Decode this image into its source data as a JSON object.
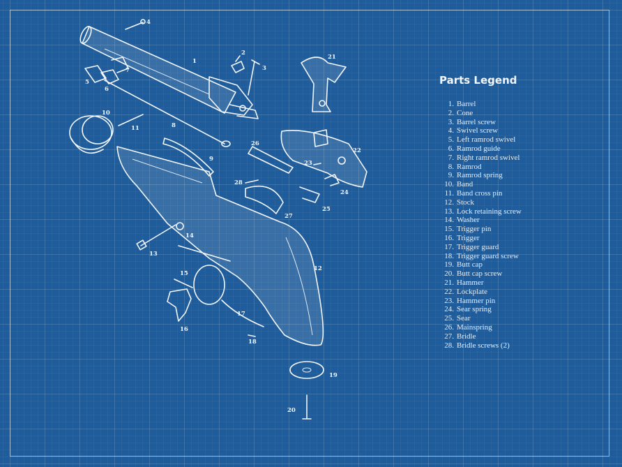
{
  "legend": {
    "title": "Parts Legend",
    "items": [
      {
        "num": "1.",
        "name": "Barrel"
      },
      {
        "num": "2.",
        "name": "Cone"
      },
      {
        "num": "3.",
        "name": "Barrel screw"
      },
      {
        "num": "4.",
        "name": "Swivel screw"
      },
      {
        "num": "5.",
        "name": "Left ramrod swivel"
      },
      {
        "num": "6.",
        "name": "Ramrod guide"
      },
      {
        "num": "7.",
        "name": "Right ramrod swivel"
      },
      {
        "num": "8.",
        "name": "Ramrod"
      },
      {
        "num": "9.",
        "name": "Ramrod spring"
      },
      {
        "num": "10.",
        "name": "Band"
      },
      {
        "num": "11.",
        "name": "Band cross pin"
      },
      {
        "num": "12.",
        "name": "Stock"
      },
      {
        "num": "13.",
        "name": "Lock retaining screw"
      },
      {
        "num": "14.",
        "name": "Washer"
      },
      {
        "num": "15.",
        "name": "Trigger pin"
      },
      {
        "num": "16.",
        "name": "Trigger"
      },
      {
        "num": "17.",
        "name": "Trigger guard"
      },
      {
        "num": "18.",
        "name": "Trigger guard screw"
      },
      {
        "num": "19.",
        "name": "Butt cap"
      },
      {
        "num": "20.",
        "name": "Butt cap screw"
      },
      {
        "num": "21.",
        "name": "Hammer"
      },
      {
        "num": "22.",
        "name": "Lockplate"
      },
      {
        "num": "23.",
        "name": "Hammer pin"
      },
      {
        "num": "24.",
        "name": "Sear spring"
      },
      {
        "num": "25.",
        "name": "Sear"
      },
      {
        "num": "26.",
        "name": "Mainspring"
      },
      {
        "num": "27.",
        "name": "Bridle"
      },
      {
        "num": "28.",
        "name": "Bridle screws (2)"
      }
    ]
  },
  "callouts": [
    "1",
    "2",
    "3",
    "4",
    "5",
    "6",
    "7",
    "8",
    "9",
    "10",
    "11",
    "12",
    "13",
    "14",
    "15",
    "16",
    "17",
    "18",
    "19",
    "20",
    "21",
    "22",
    "23",
    "24",
    "25",
    "26",
    "27",
    "28"
  ]
}
